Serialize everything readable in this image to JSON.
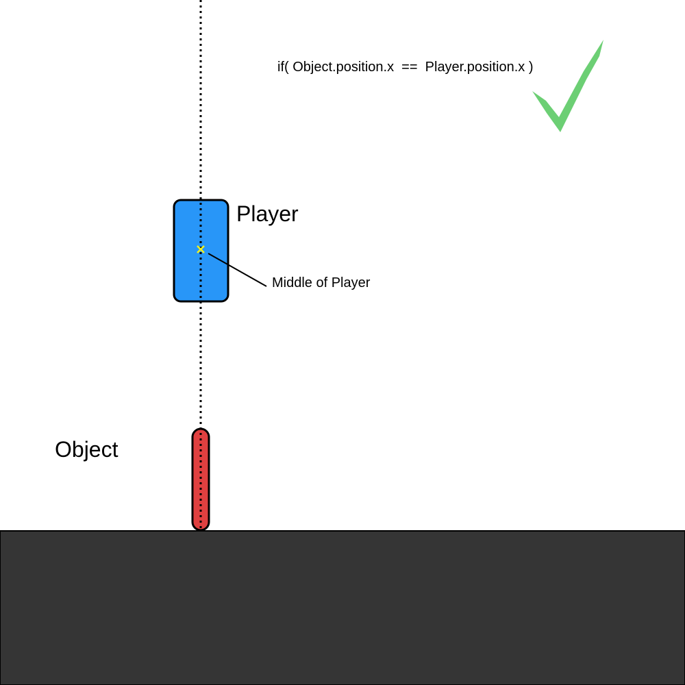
{
  "condition": {
    "text": "if( Object.position.x  ==  Player.position.x )",
    "result_icon": "checkmark-icon",
    "result_color": "#6ccf74"
  },
  "player": {
    "label": "Player",
    "color": "#2896f8",
    "middle_marker_color": "#f2f21e",
    "middle_label": "Middle of Player"
  },
  "object": {
    "label": "Object",
    "color": "#e04040"
  },
  "ground": {
    "color": "#353535"
  },
  "alignment_line": {
    "style": "dotted",
    "color": "#000000"
  }
}
